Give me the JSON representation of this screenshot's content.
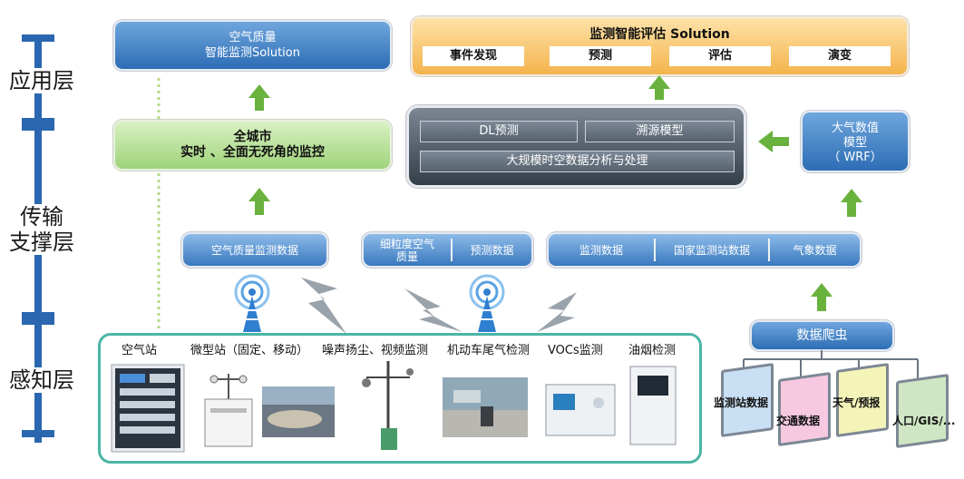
{
  "layers": {
    "application": "应用层",
    "transport_line1": "传输",
    "transport_line2": "支撑层",
    "perception": "感知层"
  },
  "app_box": {
    "line1": "空气质量",
    "line2": "智能监测Solution"
  },
  "eval_box": {
    "title": "监测智能评估 Solution",
    "items": [
      "事件发现",
      "预测",
      "评估",
      "演变"
    ]
  },
  "city_box": {
    "line1": "全城市",
    "line2": "实时 、全面无死角的监控"
  },
  "analysis_box": {
    "dl": "DL预测",
    "trace": "溯源模型",
    "bigdata": "大规模时空数据分析与处理"
  },
  "wrf_box": {
    "line1": "大气数值",
    "line2": "模型",
    "line3": "（ WRF）"
  },
  "data_bars": {
    "aq": "空气质量监测数据",
    "fine_line1": "细粒度空气",
    "fine_line2": "质量",
    "forecast": "预测数据",
    "monitor": "监测数据",
    "national": "国家监测站数据",
    "weather": "气象数据"
  },
  "devices": {
    "station": "空气站",
    "micro": "微型站（固定、移动）",
    "noise": "噪声扬尘、视频监测",
    "vehicle": "机动车尾气检测",
    "vocs": "VOCs监测",
    "smoke": "油烟检测"
  },
  "crawler": {
    "title": "数据爬虫",
    "sources": [
      "监测站数据",
      "交通数据",
      "天气/预报",
      "人口/GIS/..."
    ]
  },
  "colors": {
    "arrow": "#6ab23e",
    "axis": "#2b67b0",
    "panel_border": "#4bb5a6"
  }
}
